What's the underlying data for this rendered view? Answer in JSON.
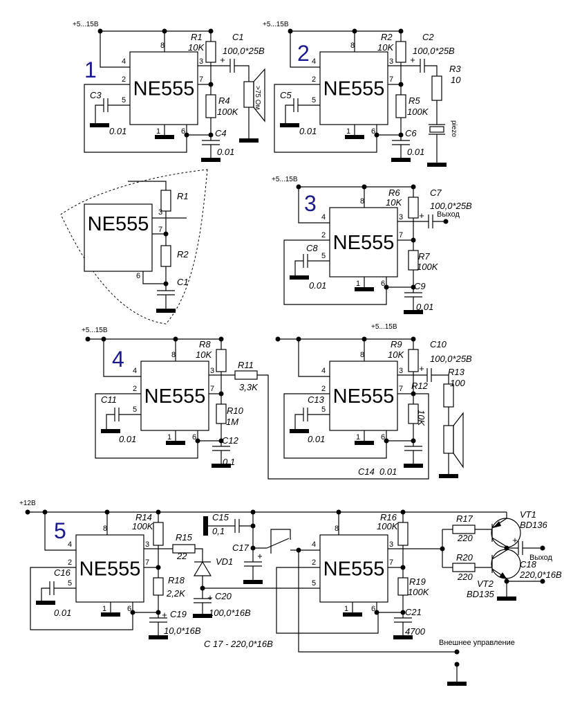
{
  "chip": "NE555",
  "pins": {
    "p8": "8",
    "p4": "4",
    "p2": "2",
    "p5": "5",
    "p1": "1",
    "p6": "6",
    "p3": "3",
    "p7": "7"
  },
  "colors": {
    "circuit_number": "#1a1a8c",
    "wire": "#000000"
  },
  "circuit_1": {
    "number": "1",
    "supply": "+5...15B",
    "R1": "R1",
    "R1_value": "10K",
    "C1": "C1",
    "C1_value": "100,0*25B",
    "plus": "+",
    "R4": "R4",
    "R4_value": "100K",
    "C4": "C4",
    "C4_value": "0.01",
    "C3": "C3",
    "C3_value": "0.01",
    "speaker": ">75 Ом"
  },
  "circuit_2": {
    "number": "2",
    "supply": "+5...15B",
    "R2": "R2",
    "R2_value": "10K",
    "C2": "C2",
    "C2_value": "100,0*25B",
    "plus": "+",
    "R3": "R3",
    "R3_value": "10",
    "piezo": "piezo",
    "R5": "R5",
    "R5_value": "100K",
    "C6": "C6",
    "C6_value": "0.01",
    "C5": "C5",
    "C5_value": "0.01"
  },
  "circuit_3": {
    "number": "3",
    "supply": "+5...15B",
    "R6": "R6",
    "R6_value": "10K",
    "C7": "C7",
    "C7_value": "100,0*25B",
    "plus": "+",
    "output": "Выход",
    "R7": "R7",
    "R7_value": "100K",
    "C9": "C9",
    "C9_value": "0.01",
    "C8": "C8",
    "C8_value": "0.01"
  },
  "detail": {
    "chip": "NE555",
    "R1": "R1",
    "R2": "R2",
    "C1": "C1"
  },
  "circuit_4": {
    "number": "4",
    "supply": "+5...15B",
    "R8": "R8",
    "R8_value": "10K",
    "R11": "R11",
    "R11_value": "3,3K",
    "R10": "R10",
    "R10_value": "1M",
    "C12": "C12",
    "C12_value": "0,1",
    "C11": "C11",
    "C11_value": "0.01"
  },
  "circuit_4b": {
    "supply": "+5...15B",
    "R9": "R9",
    "R9_value": "10K",
    "C10": "C10",
    "C10_value": "100,0*25B",
    "plus": "+",
    "R13": "R13",
    "R13_value": "100",
    "R12": "R12",
    "R12_value": "10K",
    "C14": "C14",
    "C14_value": "0.01",
    "C13": "C13",
    "C13_value": "0.01"
  },
  "circuit_5": {
    "number": "5",
    "supply": "+12B",
    "R14": "R14",
    "R14_value": "100K",
    "R15": "R15",
    "R15_value": "22",
    "VD1": "VD1",
    "C15": "C15",
    "C15_value": "0,1",
    "C17": "C17",
    "plus": "+",
    "R18": "R18",
    "R18_value": "2,2K",
    "C19": "C19",
    "C19_value": "10,0*16B",
    "C20": "C20",
    "C20_value": "100,0*16B",
    "C16": "C16",
    "C16_value": "0.01",
    "C17_note": "C 17 - 220,0*16B",
    "R16": "R16",
    "R16_value": "100K",
    "R19": "R19",
    "R19_value": "100K",
    "C21": "C21",
    "C21_value": "4700",
    "R17": "R17",
    "R17_value": "220",
    "R20": "R20",
    "R20_value": "220",
    "VT1": "VT1",
    "VT1_type": "BD136",
    "output": "Выход",
    "C18": "C18",
    "C18_value": "220,0*16B",
    "VT2": "VT2",
    "VT2_type": "BD135",
    "external_control": "Внешнее управление"
  }
}
